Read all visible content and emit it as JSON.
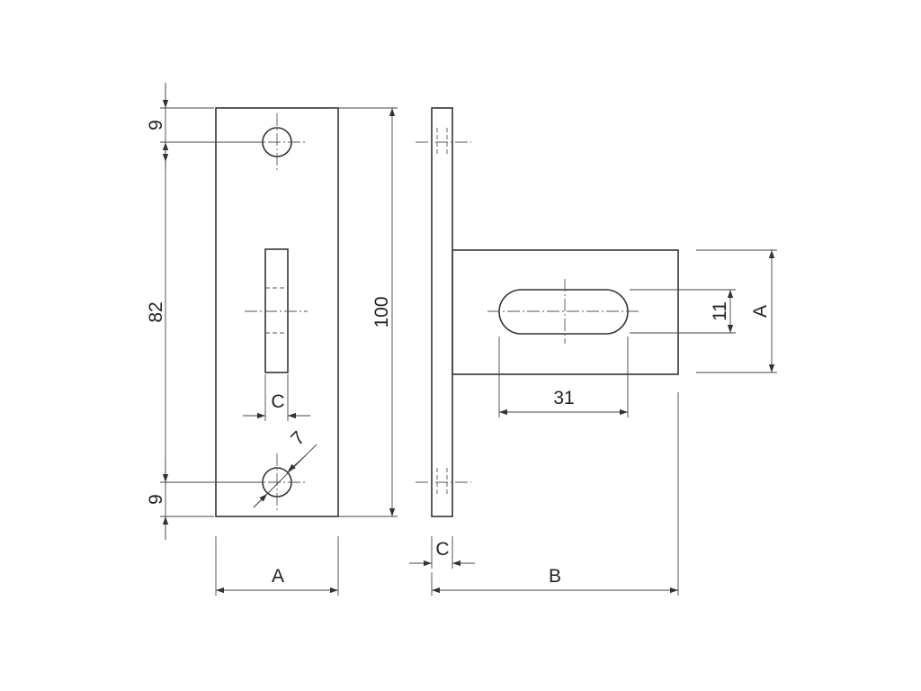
{
  "front_view": {
    "dim_top_edge": "9",
    "dim_hole_spacing": "82",
    "dim_bottom_edge": "9",
    "dim_height": "100",
    "dim_slot_width": "C",
    "dim_hole_diameter": "7",
    "dim_width": "A"
  },
  "side_view": {
    "dim_thickness": "C",
    "dim_length": "B",
    "dim_slot_length": "31",
    "dim_slot_height": "11",
    "dim_arm_height": "A"
  }
}
